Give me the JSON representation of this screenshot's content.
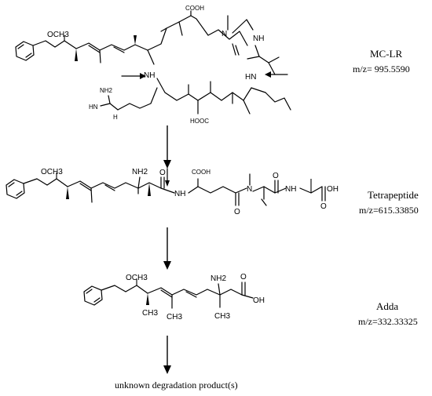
{
  "compounds": [
    {
      "name": "MC-LR",
      "mz": "m/z= 995.5590"
    },
    {
      "name": "Tetrapeptide",
      "mz": "m/z=615.33850"
    },
    {
      "name": "Adda",
      "mz": "m/z=332.33325"
    }
  ],
  "final_product": "unknown degradation product(s)",
  "atoms": {
    "methoxy": "OCH3",
    "cooh": "COOH",
    "hooc": "HOOC",
    "oh": "OH",
    "nh2": "NH2",
    "ch3": "CH3",
    "h2n": "NH2",
    "hn": "HN",
    "n": "N",
    "nh": "NH",
    "h": "H",
    "o": "O"
  }
}
